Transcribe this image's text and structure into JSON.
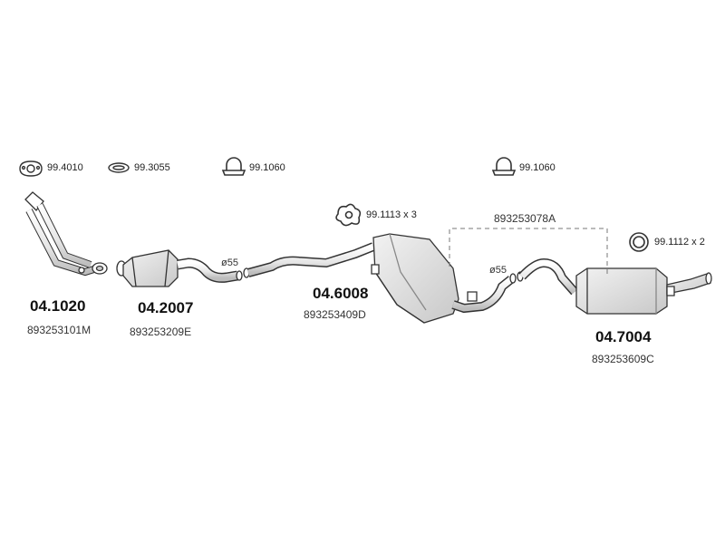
{
  "hardware": [
    {
      "code": "99.4010",
      "icon": "flange-gasket-icon"
    },
    {
      "code": "99.3055",
      "icon": "ring-gasket-icon"
    },
    {
      "code": "99.1060",
      "icon": "u-clamp-icon"
    },
    {
      "code": "99.1060",
      "icon": "u-clamp-icon"
    },
    {
      "code": "99.1113 x 3",
      "icon": "rubber-hanger-icon"
    },
    {
      "code": "99.1112 x 2",
      "icon": "o-ring-icon"
    }
  ],
  "parts": [
    {
      "number": "04.1020",
      "oem": "893253101M",
      "name": "front-pipe"
    },
    {
      "number": "04.2007",
      "oem": "893253209E",
      "name": "catalytic-converter"
    },
    {
      "number": "04.6008",
      "oem": "893253409D",
      "name": "middle-silencer"
    },
    {
      "number": "04.7004",
      "oem": "893253609C",
      "name": "rear-silencer"
    }
  ],
  "assembly_code": "893253078A",
  "diameters": [
    "ø55",
    "ø55"
  ],
  "colors": {
    "line": "#333333",
    "fill": "#f4f4f4",
    "shade": "#cfcfcf",
    "dash": "#777777"
  }
}
